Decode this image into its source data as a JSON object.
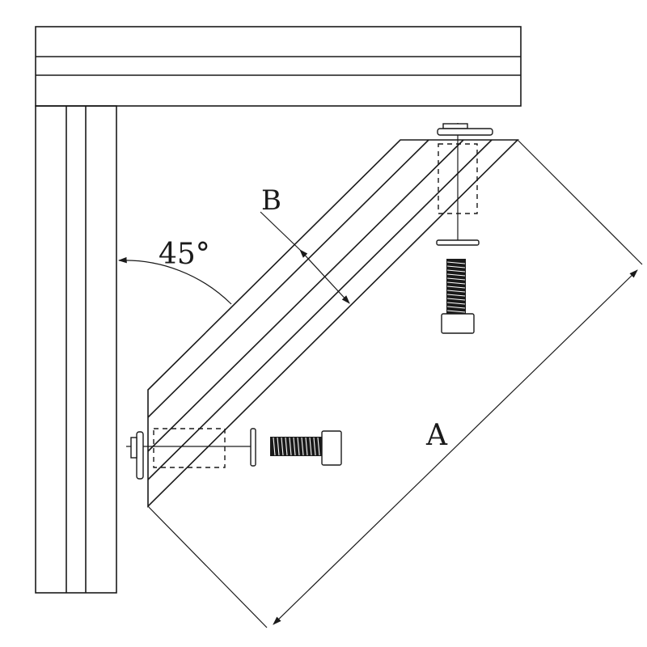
{
  "labels": {
    "angle": "45°",
    "dimension_a": "A",
    "dimension_b": "B"
  },
  "colors": {
    "line": "#1a1a1a",
    "background": "#ffffff"
  },
  "icons": {
    "bolt": "socket-head-cap-screw",
    "washer": "flat-washer",
    "nut": "t-slot-nut"
  }
}
